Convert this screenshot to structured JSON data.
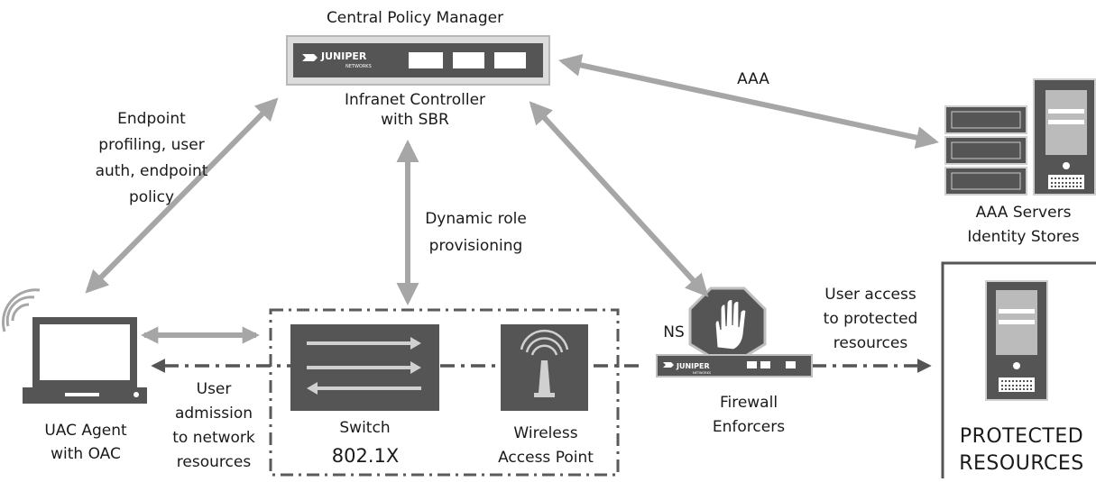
{
  "nodes": {
    "central_policy_manager": {
      "label": "Central Policy Manager"
    },
    "infranet_controller": {
      "label_lines": [
        "Infranet Controller",
        "with SBR"
      ],
      "brand": "JUNIPER",
      "brand_sub": "NETWORKS"
    },
    "aaa_servers": {
      "label_lines": [
        "AAA Servers",
        "Identity Stores"
      ]
    },
    "uac_agent": {
      "label_lines": [
        "UAC Agent",
        "with OAC"
      ]
    },
    "switch": {
      "label": "Switch",
      "sublabel": "802.1X"
    },
    "wireless_ap": {
      "label_lines": [
        "Wireless",
        "Access Point"
      ]
    },
    "firewall": {
      "tag": "NS",
      "label_lines": [
        "Firewall",
        "Enforcers"
      ],
      "brand": "JUNIPER",
      "brand_sub": "NETWORKS"
    },
    "protected_resources": {
      "label_lines": [
        "PROTECTED",
        "RESOURCES"
      ]
    }
  },
  "edges": {
    "aaa": {
      "label": "AAA"
    },
    "endpoint": {
      "label_lines": [
        "Endpoint",
        "profiling, user",
        "auth, endpoint",
        "policy"
      ]
    },
    "dynamic_role": {
      "label_lines": [
        "Dynamic role",
        "provisioning"
      ]
    },
    "user_access": {
      "label_lines": [
        "User access",
        "to protected",
        "resources"
      ]
    },
    "user_admission": {
      "label_lines": [
        "User",
        "admission",
        "to network",
        "resources"
      ]
    }
  },
  "colors": {
    "device_dark": "#555555",
    "arrow_gray": "#a6a6a6",
    "dashed": "#5a5a5a",
    "text": "#1a1a1a"
  }
}
